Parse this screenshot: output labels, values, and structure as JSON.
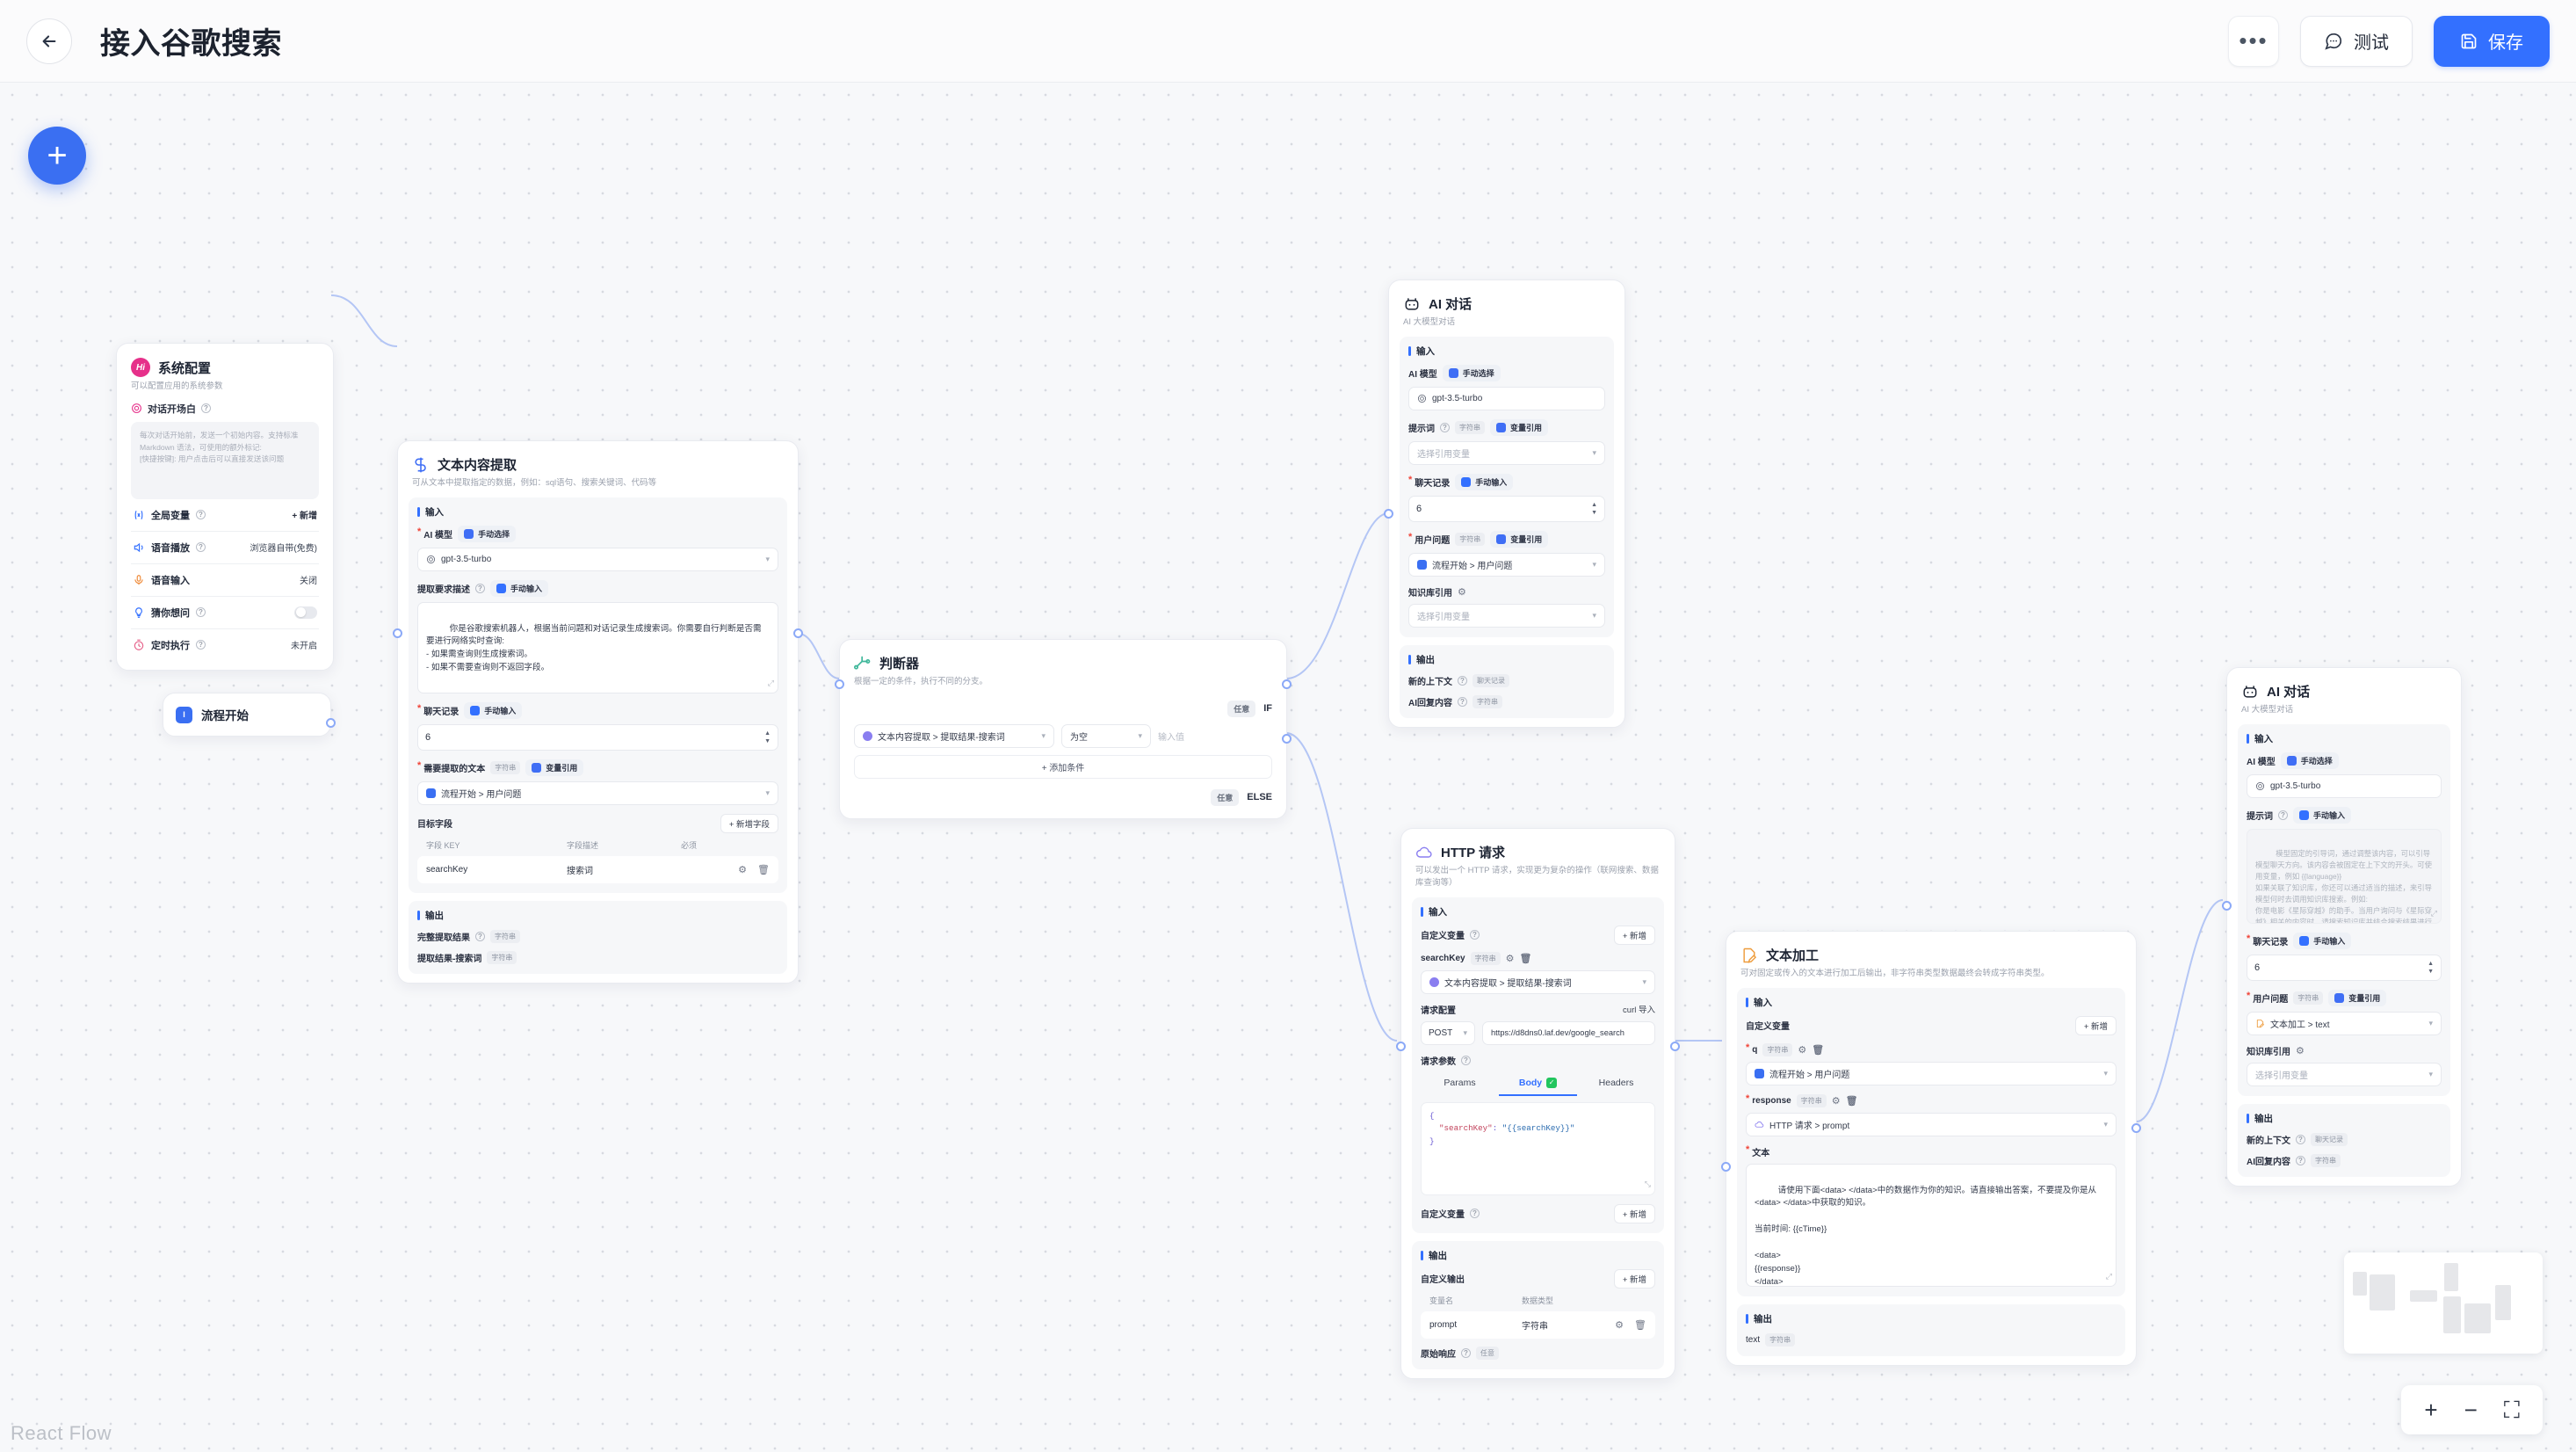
{
  "header": {
    "back_icon": "arrow-left-icon",
    "title": "接入谷歌搜索",
    "more_label": "•••",
    "test_label": "测试",
    "save_label": "保存",
    "accent": "#3370ff"
  },
  "canvas": {
    "watermark": "React Flow",
    "add_node_label": "+"
  },
  "common": {
    "input_section": "输入",
    "output_section": "输出",
    "type_string": "字符串",
    "type_chatlog": "聊天记录",
    "type_any": "任意",
    "manual_select": "手动选择",
    "manual_input": "手动输入",
    "var_ref": "变量引用",
    "select_var_placeholder": "选择引用变量",
    "add": "+ 新增"
  },
  "nodes": {
    "system_config": {
      "icon": "hi-badge-icon",
      "title": "系统配置",
      "desc": "可以配置应用的系统参数",
      "opening_label": "对话开场白",
      "opening_placeholder": "每次对话开始前，发送一个初始内容。支持标准 Markdown 语法，可使用的额外标记:\n[快捷按键]: 用户点击后可以直接发送该问题",
      "rows": [
        {
          "icon": "variable-icon",
          "label": "全局变量",
          "help": true,
          "action": "+ 新增",
          "kind": "action"
        },
        {
          "icon": "speaker-icon",
          "label": "语音播放",
          "help": true,
          "value": "浏览器自带(免费)",
          "kind": "value"
        },
        {
          "icon": "mic-icon",
          "label": "语音输入",
          "help": false,
          "value": "关闭",
          "kind": "value"
        },
        {
          "icon": "bulb-icon",
          "label": "猜你想问",
          "help": true,
          "value": "",
          "kind": "toggle"
        },
        {
          "icon": "timer-icon",
          "label": "定时执行",
          "help": true,
          "value": "未开启",
          "kind": "value"
        }
      ]
    },
    "flow_start": {
      "icon": "flow-start-icon",
      "title": "流程开始"
    },
    "text_extract": {
      "icon": "extract-icon",
      "title": "文本内容提取",
      "desc": "可从文本中提取指定的数据，例如：sql语句、搜索关键词、代码等",
      "model_label": "AI 模型",
      "model_value": "gpt-3.5-turbo",
      "prompt_label": "提取要求描述",
      "prompt_value": "你是谷歌搜索机器人，根据当前问题和对话记录生成搜索词。你需要自行判断是否需要进行网络实时查询:\n- 如果需查询则生成搜索词。\n- 如果不需要查询则不返回字段。",
      "history_label": "聊天记录",
      "history_value": "6",
      "text_label": "需要提取的文本",
      "text_value": "流程开始 > 用户问题",
      "target_fields_label": "目标字段",
      "add_field_label": "+ 新增字段",
      "table_headers": [
        "字段 KEY",
        "字段描述",
        "必须"
      ],
      "rows": [
        {
          "key": "searchKey",
          "desc": "搜索词"
        }
      ],
      "outputs": [
        {
          "label": "完整提取结果",
          "help": true,
          "type": "字符串"
        },
        {
          "label": "提取结果-搜索词",
          "help": false,
          "type": "字符串"
        }
      ]
    },
    "judge": {
      "icon": "branch-icon",
      "title": "判断器",
      "desc": "根据一定的条件，执行不同的分支。",
      "if_any": "任意",
      "if_label": "IF",
      "else_any": "任意",
      "else_label": "ELSE",
      "cond_var": "文本内容提取 > 提取结果-搜索词",
      "cond_op": "为空",
      "cond_value_placeholder": "输入值",
      "add_cond_label": "+ 添加条件"
    },
    "ai_chat_top": {
      "icon": "robot-icon",
      "title": "AI 对话",
      "desc": "AI 大模型对话",
      "model_label": "AI 模型",
      "model_value": "gpt-3.5-turbo",
      "prompt_label": "提示词",
      "prompt_mode": "变量引用",
      "prompt_value": "选择引用变量",
      "history_label": "聊天记录",
      "history_value": "6",
      "question_label": "用户问题",
      "question_value": "流程开始 > 用户问题",
      "kb_label": "知识库引用",
      "kb_value": "选择引用变量",
      "outputs": [
        {
          "label": "新的上下文",
          "help": true,
          "type": "聊天记录"
        },
        {
          "label": "AI回复内容",
          "help": true,
          "type": "字符串"
        }
      ]
    },
    "http": {
      "icon": "http-cloud-icon",
      "title": "HTTP 请求",
      "desc": "可以发出一个 HTTP 请求，实现更为复杂的操作（联网搜索、数据库查询等）",
      "custom_var_label": "自定义变量",
      "add_label": "+ 新增",
      "var_name": "searchKey",
      "var_type": "字符串",
      "var_value": "文本内容提取 > 提取结果-搜索词",
      "req_config_label": "请求配置",
      "curl_import_label": "curl 导入",
      "method": "POST",
      "url": "https://d8dns0.laf.dev/google_search",
      "req_params_label": "请求参数",
      "tabs": [
        "Params",
        "Body",
        "Headers"
      ],
      "active_tab": "Body",
      "body_code": "{\n  \"searchKey\": \"{{searchKey}}\"\n}",
      "custom_var_label2": "自定义变量",
      "custom_output_label": "自定义输出",
      "out_headers": [
        "变量名",
        "数据类型"
      ],
      "out_rows": [
        {
          "name": "prompt",
          "type": "字符串"
        }
      ],
      "raw_response_label": "原始响应",
      "raw_response_type": "任意"
    },
    "text_process": {
      "icon": "note-pencil-icon",
      "title": "文本加工",
      "desc": "可对固定或传入的文本进行加工后输出，非字符串类型数据最终会转成字符串类型。",
      "custom_var_label": "自定义变量",
      "add_label": "+ 新增",
      "var1_name": "q",
      "var1_type": "字符串",
      "var1_value": "流程开始 > 用户问题",
      "var2_name": "response",
      "var2_type": "字符串",
      "var2_value": "HTTP 请求 > prompt",
      "text_label": "文本",
      "text_value": "请使用下面<data> </data>中的数据作为你的知识。请直接输出答案，不要提及你是从<data> </data>中获取的知识。\n\n当前时间: {{cTime}}\n\n<data>\n{{response}}\n</data>",
      "outputs": [
        {
          "label": "text",
          "help": false,
          "type": "字符串"
        }
      ]
    },
    "ai_chat_right": {
      "icon": "robot-icon",
      "title": "AI 对话",
      "desc": "AI 大模型对话",
      "model_label": "AI 模型",
      "model_value": "gpt-3.5-turbo",
      "prompt_label": "提示词",
      "prompt_mode": "手动输入",
      "prompt_placeholder": "模型固定的引导词，通过调整该内容，可以引导模型聊天方向。该内容会被固定在上下文的开头。可使用变量，例如 {{language}}\n如果关联了知识库，你还可以通过适当的描述，来引导模型何时去调用知识库搜索。例如:\n你是电影《星际穿越》的助手。当用户询问与《星际穿越》相关的内容时，请搜索知识库并结合搜索结果进行回答。",
      "history_label": "聊天记录",
      "history_value": "6",
      "question_label": "用户问题",
      "question_value": "文本加工 > text",
      "kb_label": "知识库引用",
      "kb_value": "选择引用变量",
      "outputs": [
        {
          "label": "新的上下文",
          "help": true,
          "type": "聊天记录"
        },
        {
          "label": "AI回复内容",
          "help": true,
          "type": "字符串"
        }
      ]
    }
  },
  "zoom_controls": {
    "zoom_in": "+",
    "zoom_out": "−",
    "fit": "⛶"
  }
}
